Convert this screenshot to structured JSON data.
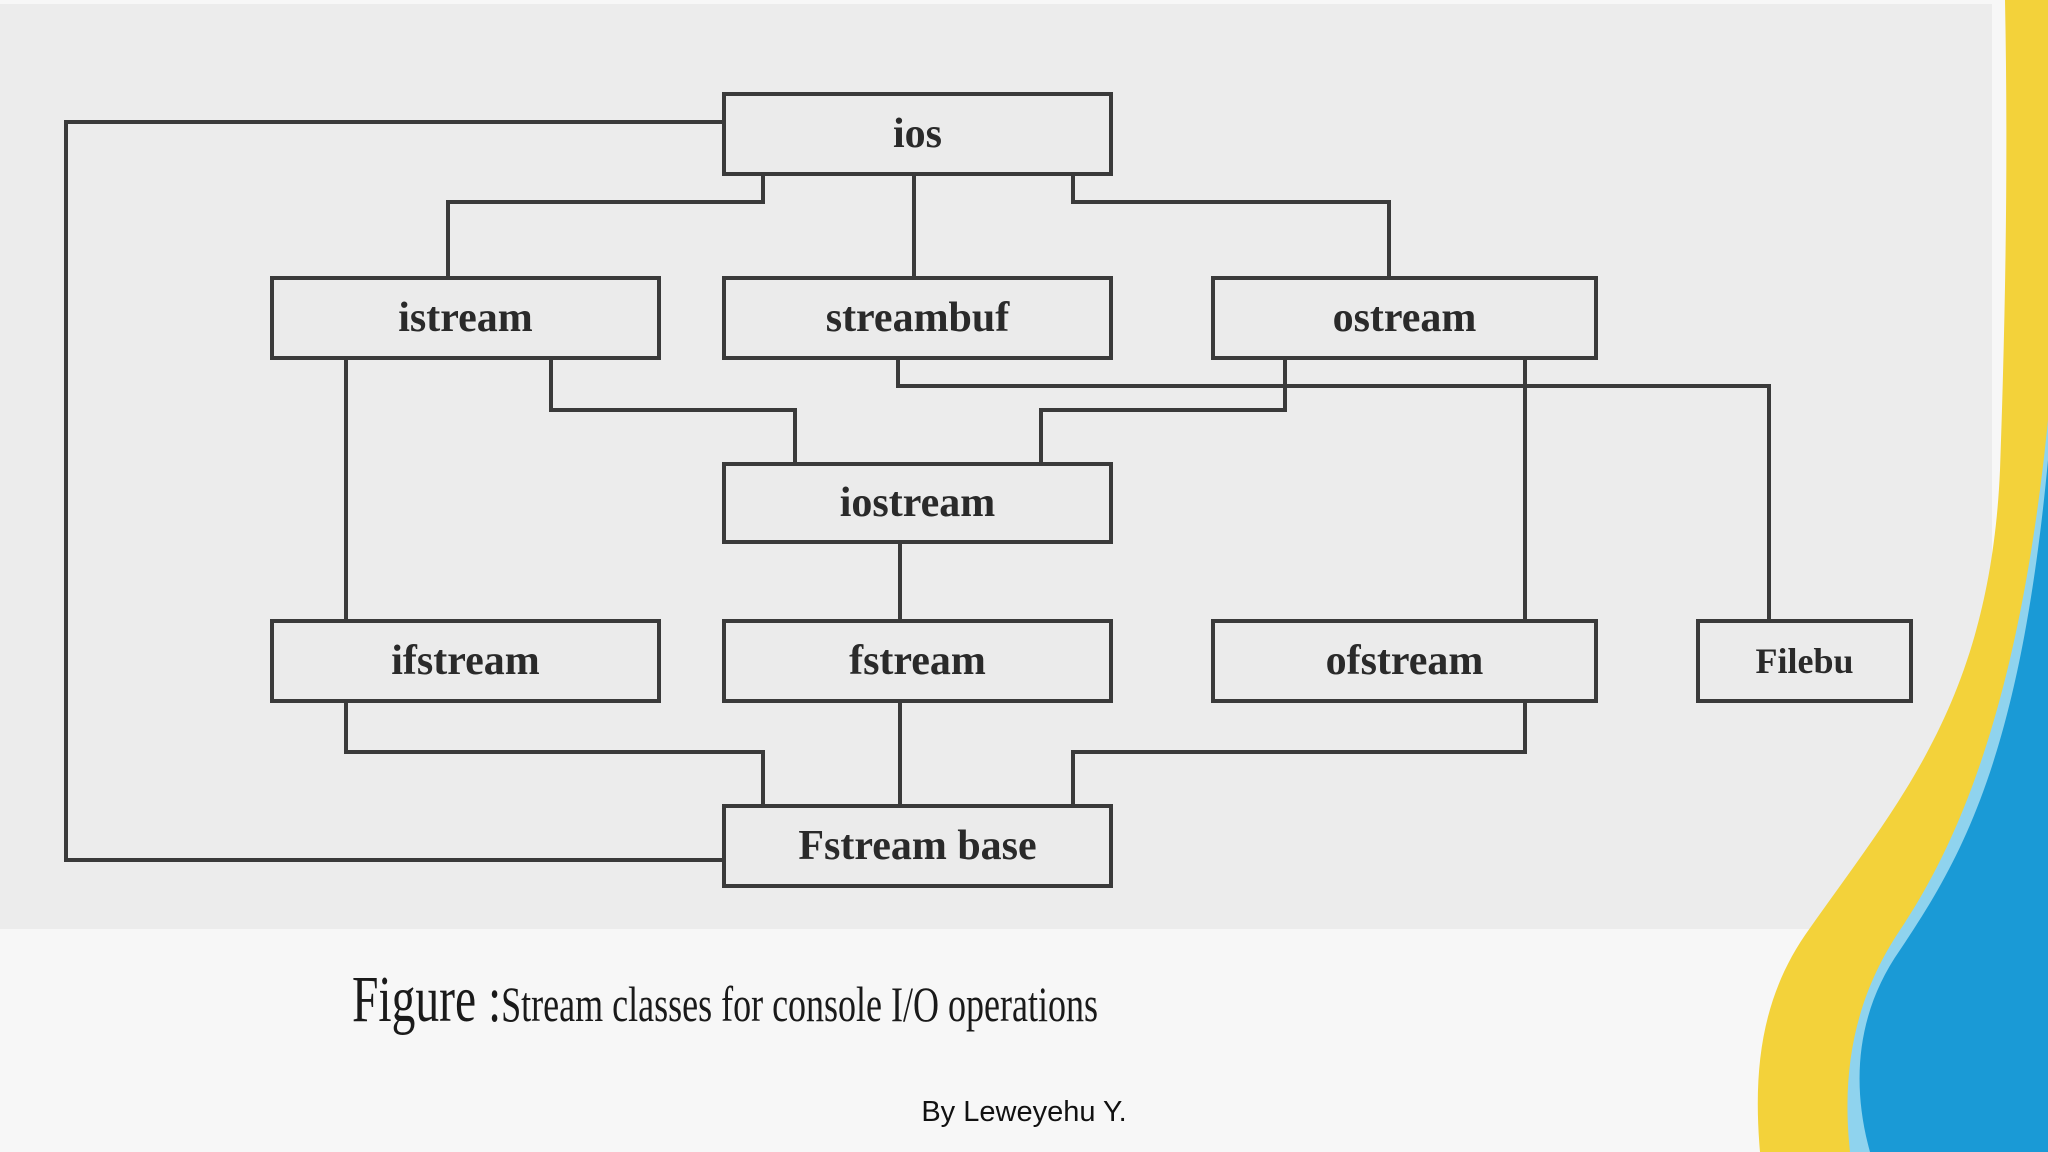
{
  "diagram": {
    "nodes": [
      {
        "id": "ios",
        "label": "ios"
      },
      {
        "id": "istream",
        "label": "istream"
      },
      {
        "id": "streambuf",
        "label": "streambuf"
      },
      {
        "id": "ostream",
        "label": "ostream"
      },
      {
        "id": "iostream",
        "label": "iostream"
      },
      {
        "id": "ifstream",
        "label": "ifstream"
      },
      {
        "id": "fstream",
        "label": "fstream"
      },
      {
        "id": "ofstream",
        "label": "ofstream"
      },
      {
        "id": "filebu",
        "label": "Filebu"
      },
      {
        "id": "fstream_base",
        "label": "Fstream base"
      }
    ],
    "edges": [
      {
        "from": "ios",
        "to": "istream"
      },
      {
        "from": "ios",
        "to": "streambuf"
      },
      {
        "from": "ios",
        "to": "ostream"
      },
      {
        "from": "ios",
        "to": "fstream_base"
      },
      {
        "from": "istream",
        "to": "iostream"
      },
      {
        "from": "ostream",
        "to": "iostream"
      },
      {
        "from": "istream",
        "to": "ifstream"
      },
      {
        "from": "ostream",
        "to": "ofstream"
      },
      {
        "from": "iostream",
        "to": "fstream"
      },
      {
        "from": "streambuf",
        "to": "filebu"
      },
      {
        "from": "ifstream",
        "to": "fstream_base"
      },
      {
        "from": "fstream",
        "to": "fstream_base"
      },
      {
        "from": "ofstream",
        "to": "fstream_base"
      }
    ]
  },
  "caption": {
    "prefix": "Figure :",
    "text": "Stream classes for console I/O operations"
  },
  "footer": {
    "author": "By Leweyehu Y."
  },
  "colors": {
    "accent_blue": "#1a9ad6",
    "accent_light_blue": "#8fd3ee",
    "accent_yellow": "#f3d23a"
  }
}
